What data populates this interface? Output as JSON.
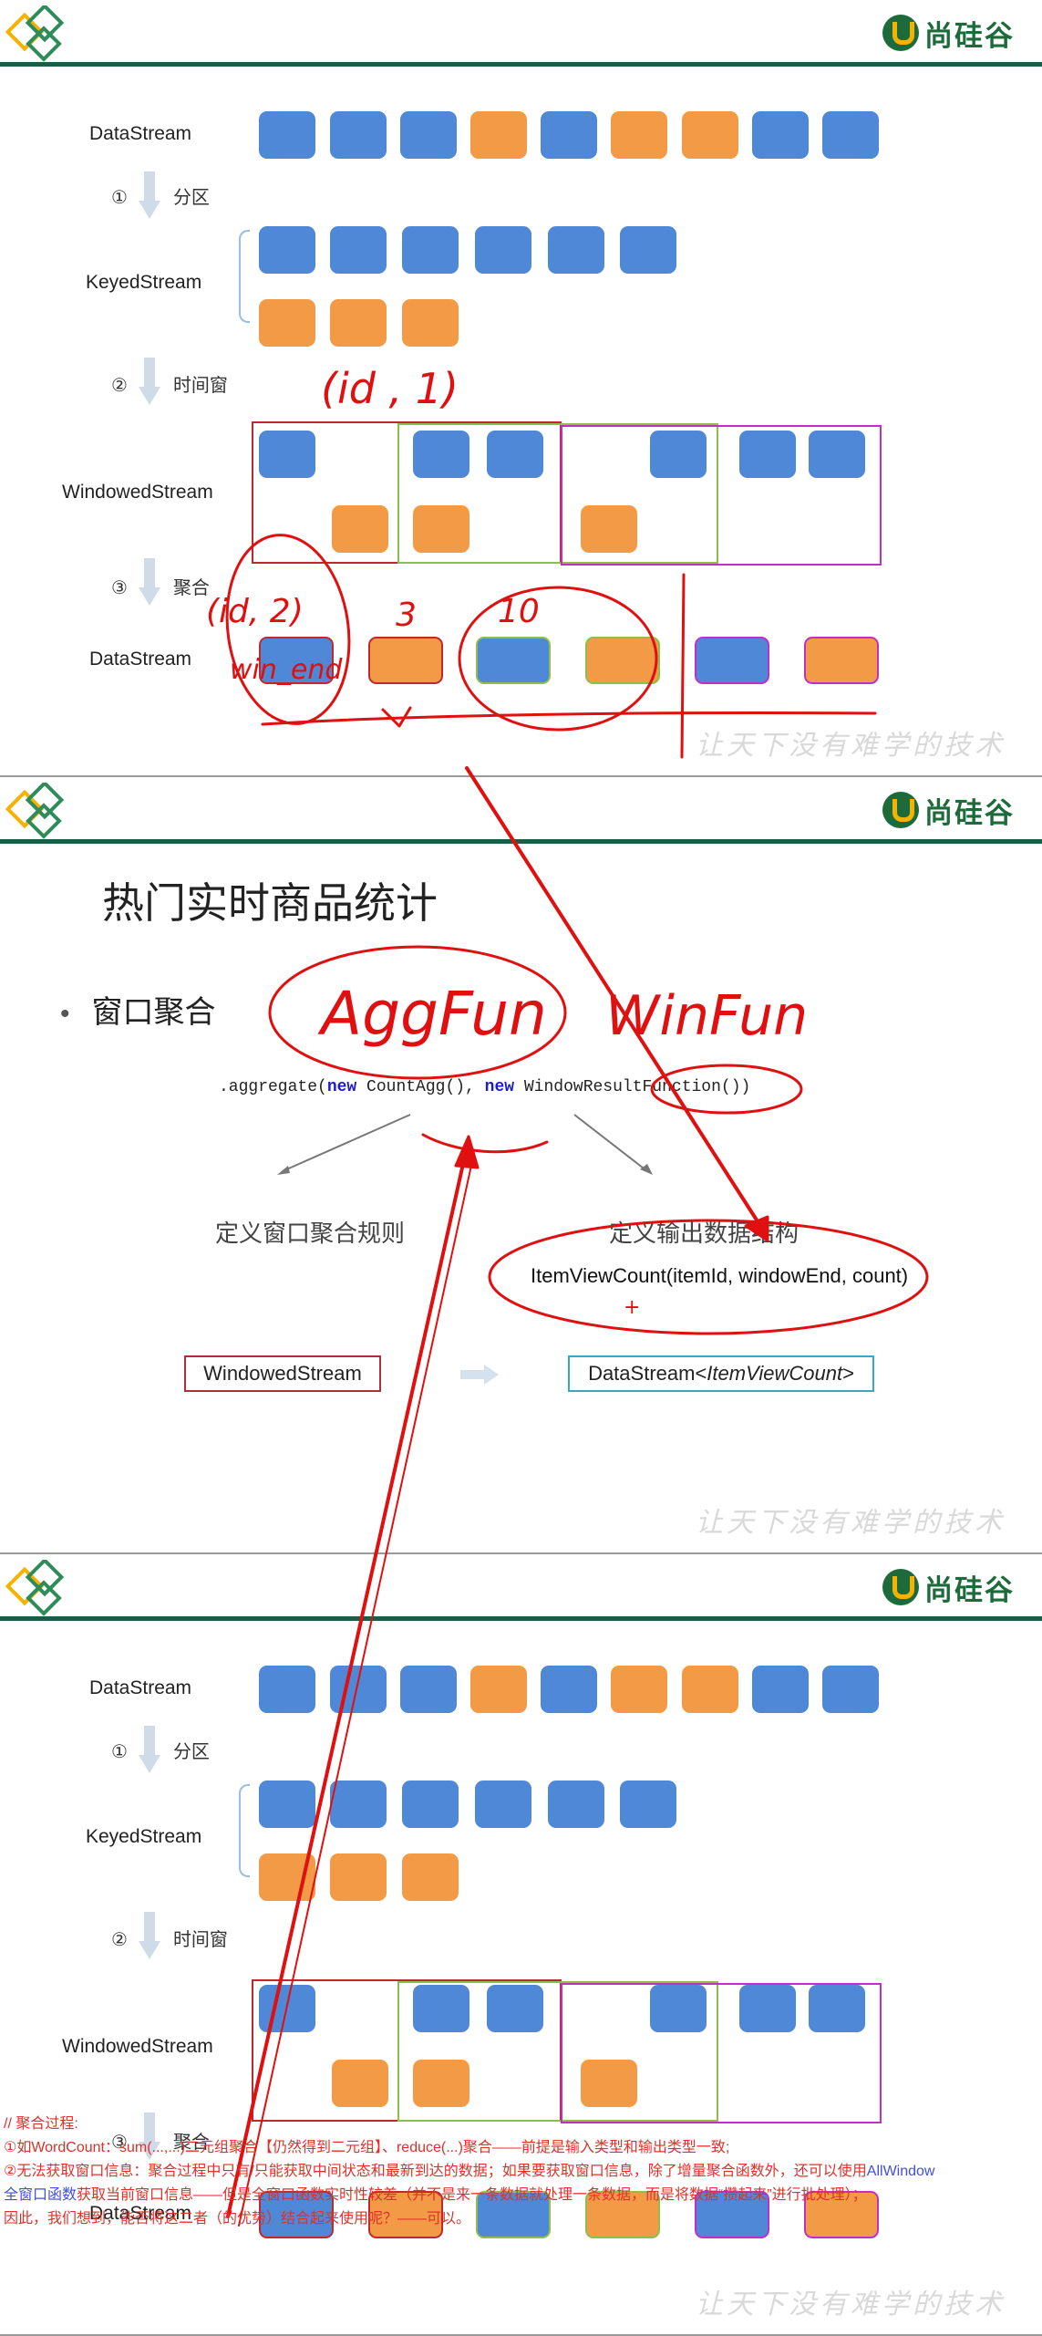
{
  "brand": {
    "name": "尚硅谷"
  },
  "watermark": "让天下没有难学的技术",
  "stream_labels": {
    "datastream": "DataStream",
    "keyedstream": "KeyedStream",
    "windowedstream": "WindowedStream"
  },
  "steps": [
    {
      "num": "①",
      "label": "分区"
    },
    {
      "num": "②",
      "label": "时间窗"
    },
    {
      "num": "③",
      "label": "聚合"
    }
  ],
  "handwriting": {
    "slide1_tuple": "(id , 1)",
    "slide1_agg_label": "(id, 2)",
    "slide1_win_end": "win_end",
    "slide1_count_3": "3",
    "slide1_count_10": "10",
    "slide2_aggfun": "AggFun",
    "slide2_winfun": "WinFun",
    "slide2_plus": "+"
  },
  "slide2": {
    "title": "热门实时商品统计",
    "bullet": "窗口聚合",
    "code_prefix": ".aggregate(",
    "code_kw_new1": "new",
    "code_mid": " CountAgg(), ",
    "code_kw_new2": "new",
    "code_suffix": " WindowResultFunction())",
    "desc_left": "定义窗口聚合规则",
    "desc_right": "定义输出数据结构",
    "itemviewcount": "ItemViewCount(itemId, windowEnd, count)",
    "box_left": "WindowedStream",
    "box_right_prefix": "DataStream<",
    "box_right_italic": "ItemViewCount",
    "box_right_suffix": ">"
  },
  "note": {
    "line1": "// 聚合过程:",
    "line2": "    ①如WordCount：sum(...,...)二元组聚合【仍然得到二元组】、reduce(...)聚合——前提是输入类型和输出类型一致;",
    "line3a": "    ②无法获取窗口信息：聚合过程中只有/只能获取中间状态和最新到达的数据；如果要获取窗口信息，除了增量聚合函数外，还可以使用",
    "line3b": "AllWindow",
    "line4a": "全窗口函数",
    "line4b": "获取当前窗口信息——但是全窗口函数实时性较差（并不是来一条数据就处理一条数据，而是将数据“攒起来”进行批处理）；",
    "line5": "    因此，我们想到，能否将这二者（的优势）结合起来使用呢？——可以。"
  },
  "colors": {
    "blue_block": "#4f88d6",
    "orange_block": "#f39a47",
    "window_red": "#c0282e",
    "window_green": "#8dc04a",
    "window_magenta": "#c030c8",
    "ink_red": "#e01010",
    "header_green": "#1d5d47"
  }
}
